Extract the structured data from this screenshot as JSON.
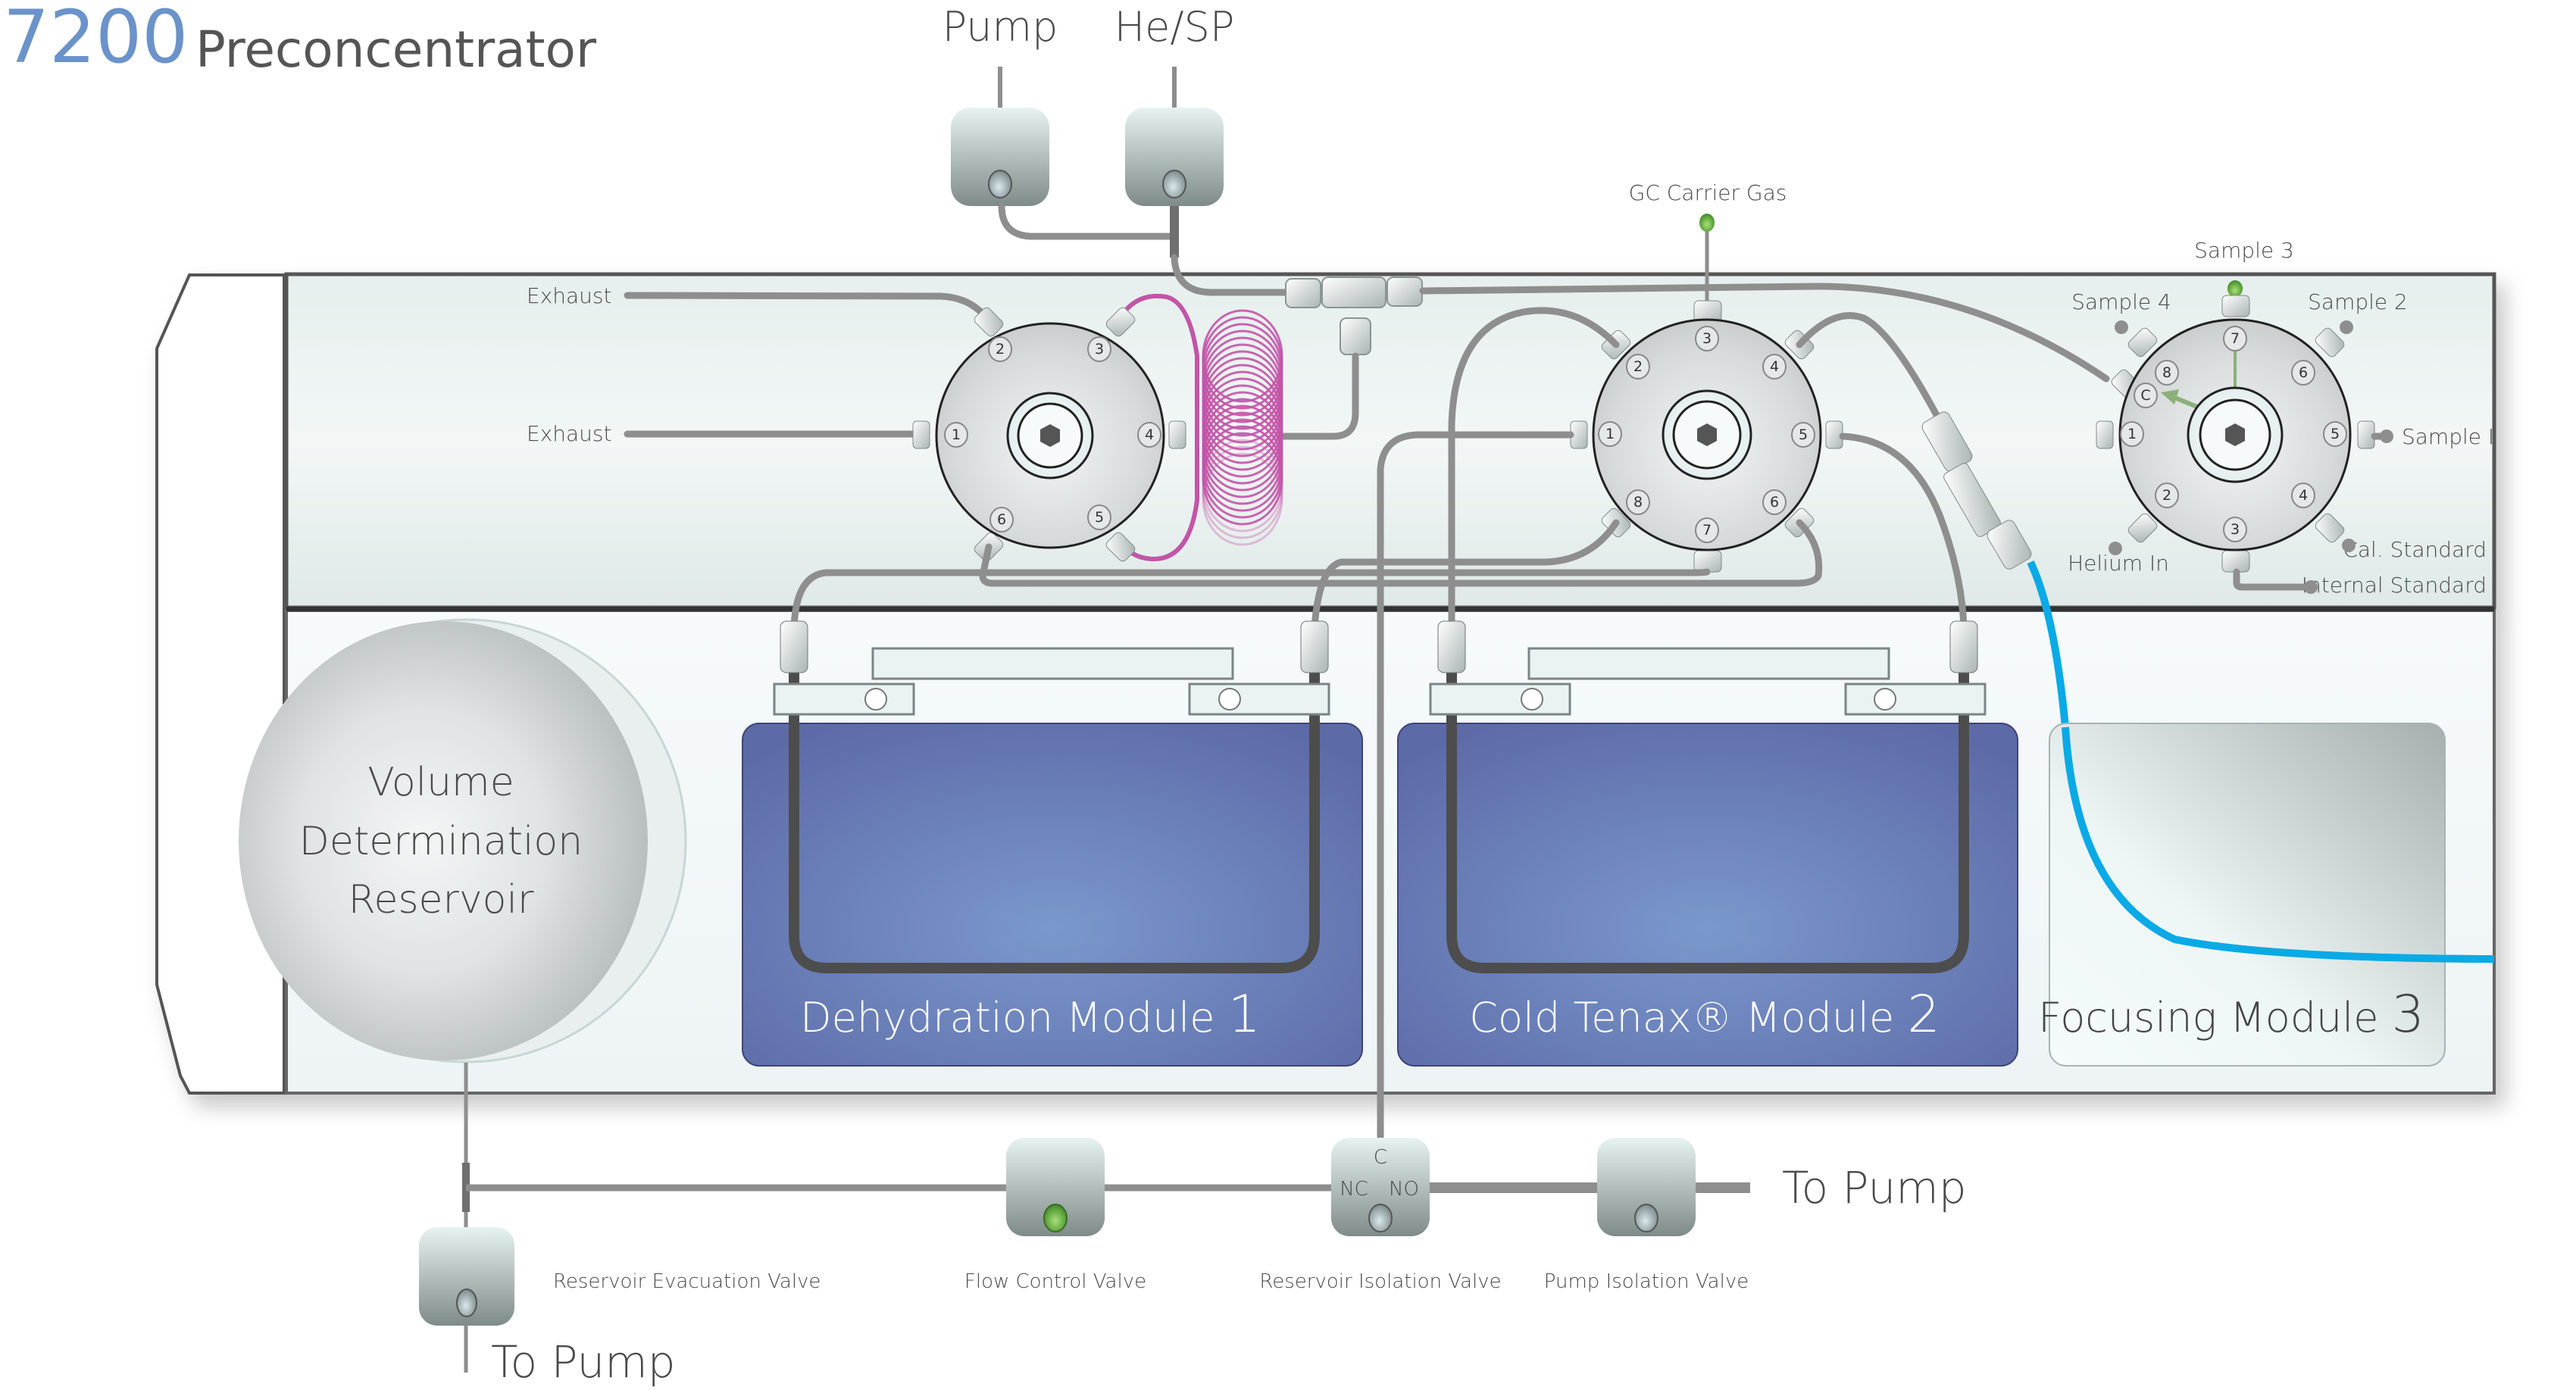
{
  "title": {
    "model": "7200",
    "name": "Preconcentrator"
  },
  "colors": {
    "title_model": "#6b93c9",
    "title_name": "#555555",
    "module_blue": "#6a78b8",
    "focus_tube": "#0aaae6",
    "coil": "#c255a8",
    "indicator_green": "#6fb843",
    "panel": "#dde8e6"
  },
  "top_valves": [
    {
      "label": "Pump"
    },
    {
      "label": "He/SP"
    }
  ],
  "exhaust_labels": [
    "Exhaust",
    "Exhaust"
  ],
  "gc_carrier_label": "GC Carrier Gas",
  "valve1": {
    "ports": [
      "1",
      "2",
      "3",
      "4",
      "5",
      "6"
    ]
  },
  "valve2": {
    "ports": [
      "1",
      "2",
      "3",
      "4",
      "5",
      "6",
      "7",
      "8"
    ]
  },
  "valve3": {
    "ports": [
      "1",
      "2",
      "3",
      "4",
      "5",
      "6",
      "7",
      "8",
      "C"
    ],
    "labels": {
      "sample3": "Sample 3",
      "sample4": "Sample 4",
      "sample2": "Sample 2",
      "sample1": "Sample I",
      "helium_in": "Helium In",
      "cal_standard": "Cal. Standard",
      "internal_standard": "Internal Standard"
    }
  },
  "reservoir": {
    "lines": [
      "Volume",
      "Determination",
      "Reservoir"
    ]
  },
  "modules": [
    {
      "name": "Dehydration Module",
      "number": "1"
    },
    {
      "name": "Cold Tenax® Module",
      "number": "2"
    },
    {
      "name": "Focusing Module",
      "number": "3"
    }
  ],
  "bottom_valves": [
    {
      "label": "Reservoir Evacuation Valve",
      "indicator": "off"
    },
    {
      "label": "Flow Control Valve",
      "indicator": "on"
    },
    {
      "label": "Reservoir Isolation Valve",
      "indicator": "off",
      "ports": [
        "C",
        "NC",
        "NO"
      ]
    },
    {
      "label": "Pump Isolation Valve",
      "indicator": "off"
    }
  ],
  "to_pump_labels": [
    "To Pump",
    "To Pump"
  ]
}
